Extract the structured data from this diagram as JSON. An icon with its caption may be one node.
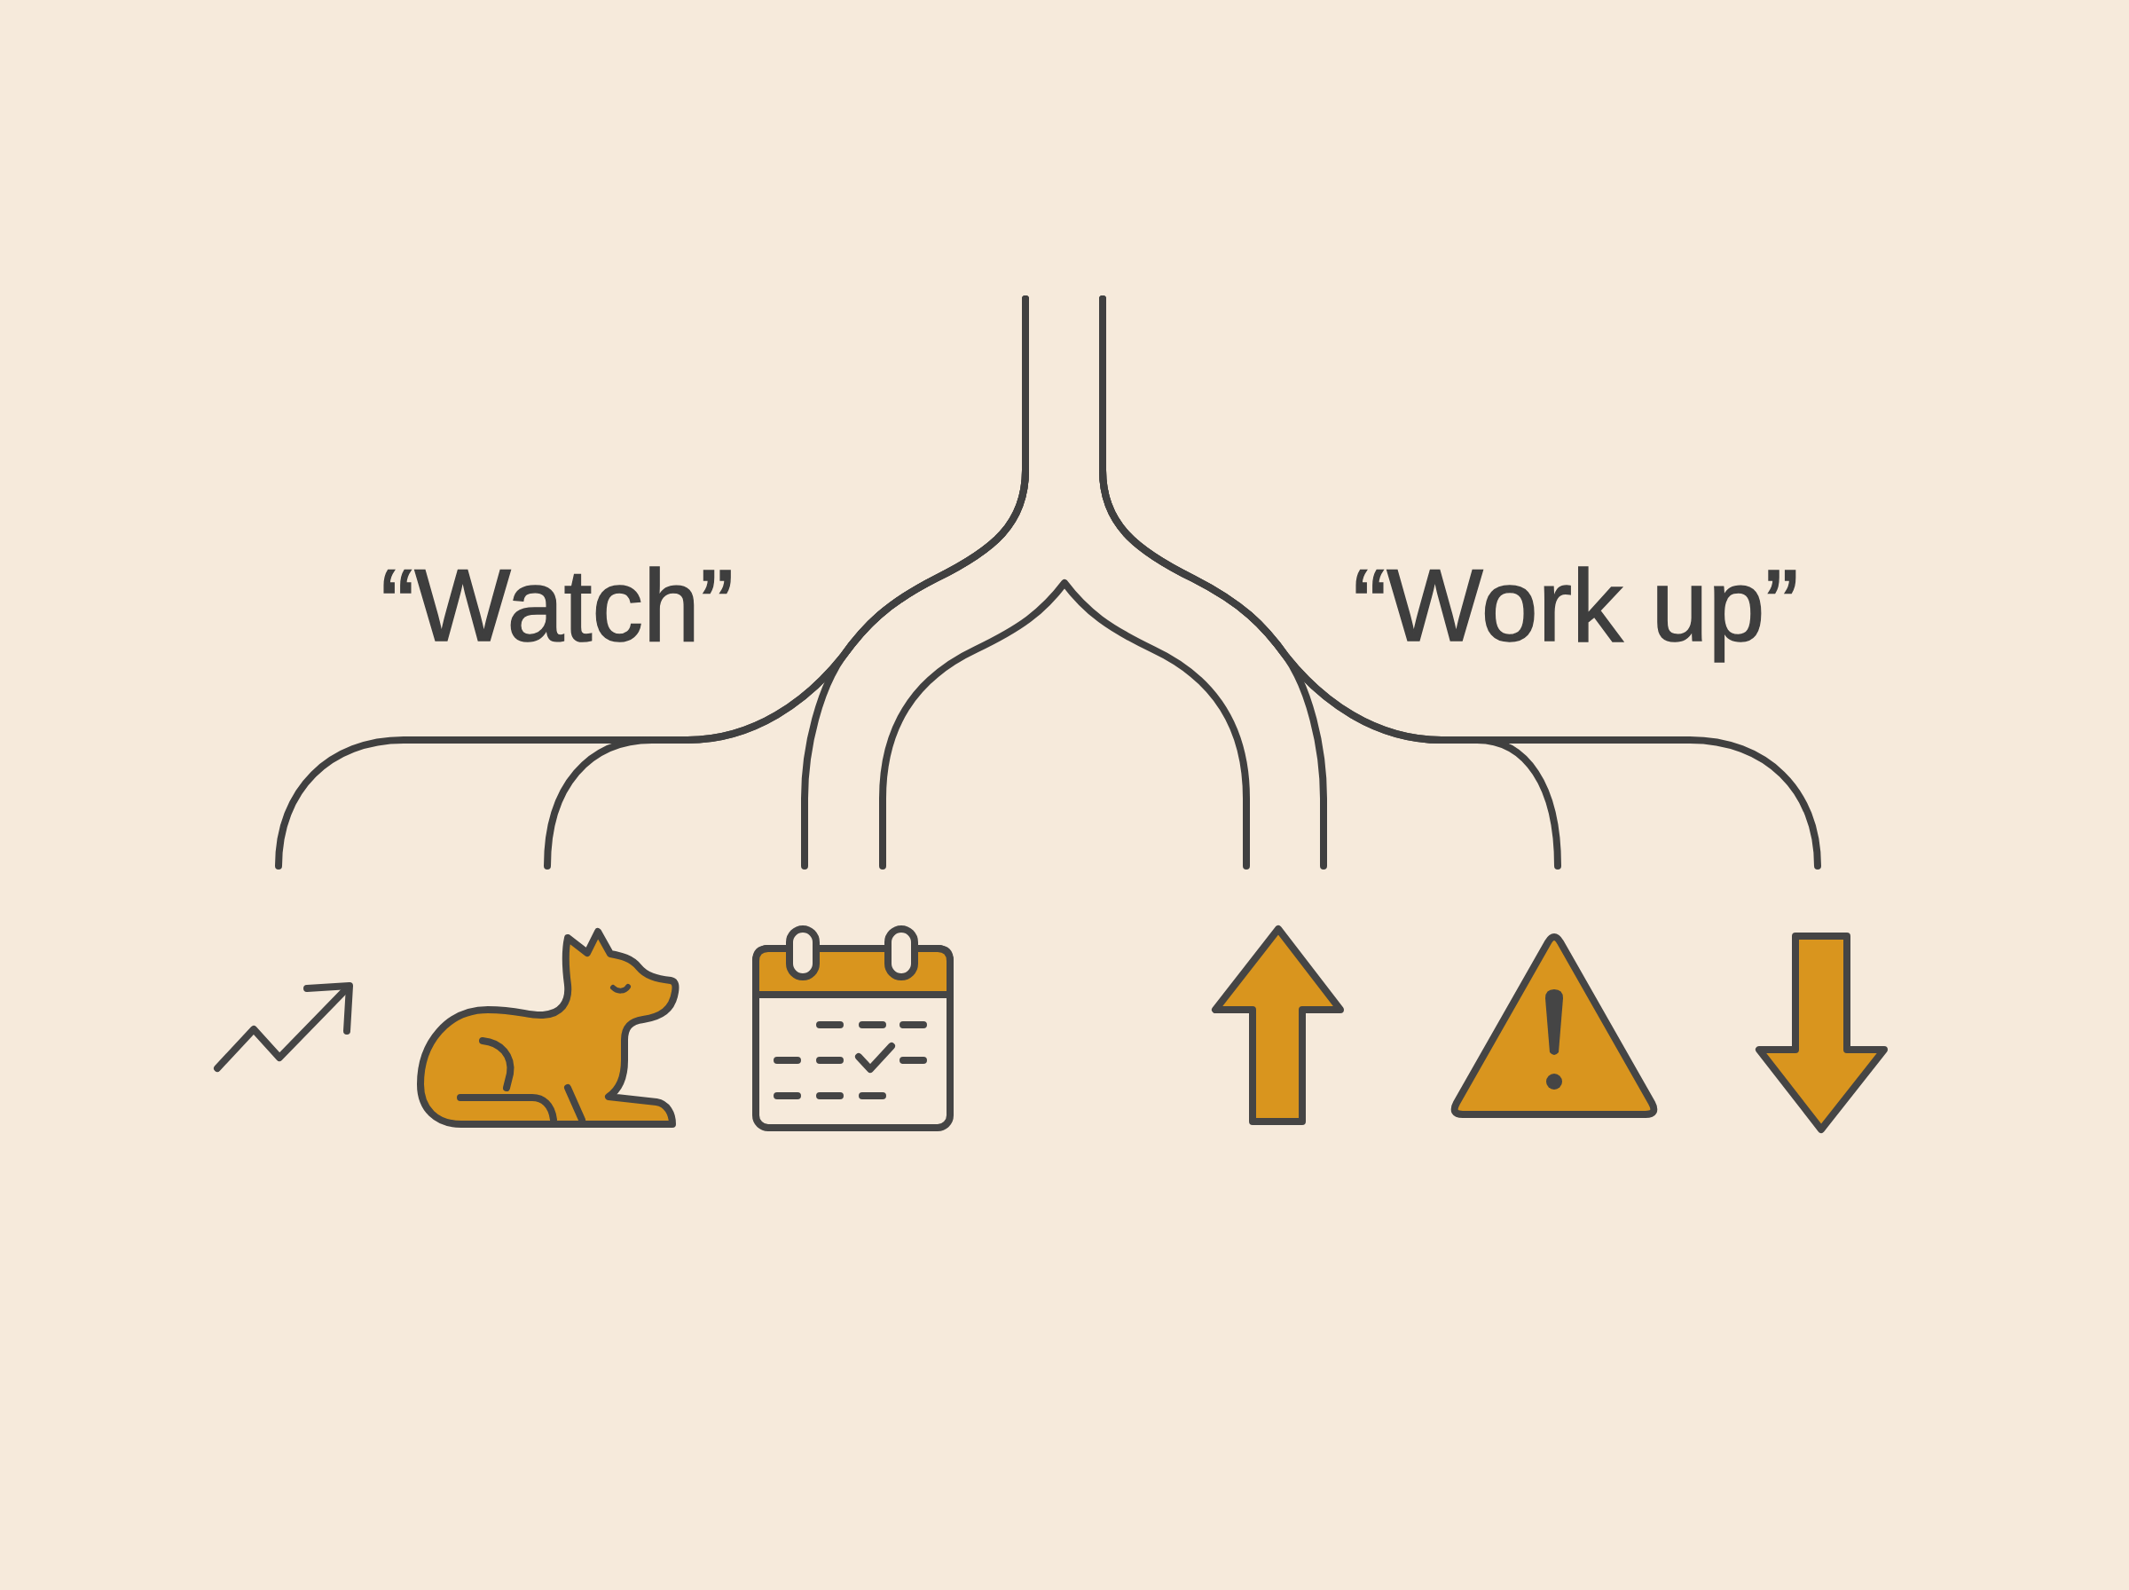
{
  "diagram": {
    "nodes": [
      {
        "text": [],
        "shape": "picture"
      },
      {
        "text": [],
        "shape": "picture"
      },
      {
        "text": [],
        "shape": "picture"
      },
      {
        "text": [],
        "shape": "picture"
      },
      {
        "text": [],
        "shape": "picture"
      },
      {
        "text": [],
        "shape": "picture"
      }
    ],
    "edges": [
      {
        "from": null,
        "to": 0,
        "arrow": "none"
      },
      {
        "from": null,
        "to": 1,
        "arrow": "none"
      },
      {
        "from": null,
        "to": 2,
        "arrow": "none"
      },
      {
        "from": 2,
        "to": 3,
        "arrow": "none"
      },
      {
        "from": null,
        "to": 3,
        "arrow": "none"
      },
      {
        "from": null,
        "to": 4,
        "arrow": "none"
      },
      {
        "from": null,
        "to": 5,
        "arrow": "none"
      }
    ],
    "labels": [
      "“Watch”",
      "“Work up”"
    ]
  }
}
